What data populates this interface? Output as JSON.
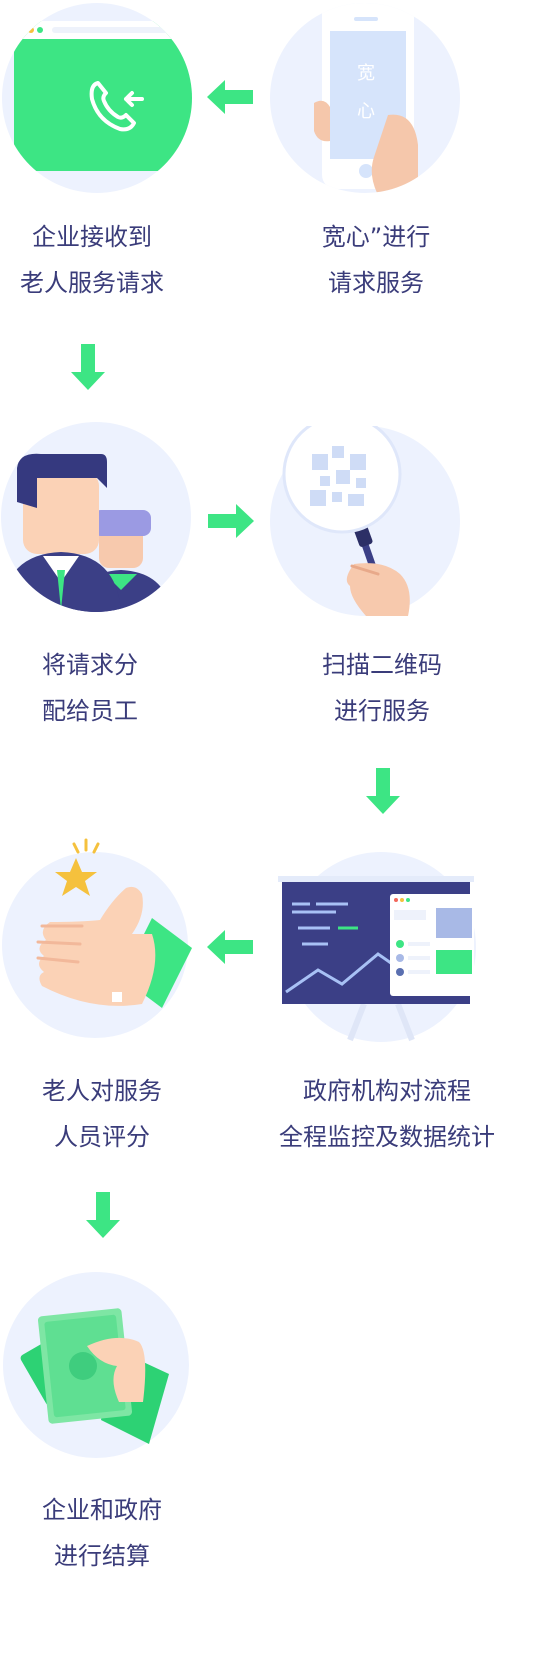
{
  "steps": [
    {
      "id": "request",
      "lines": [
        "宽心”进行",
        "请求服务"
      ],
      "phone_text": [
        "宽",
        "心"
      ]
    },
    {
      "id": "receive",
      "lines": [
        "企业接收到",
        "老人服务请求"
      ]
    },
    {
      "id": "assign",
      "lines": [
        "将请求分",
        "配给员工"
      ]
    },
    {
      "id": "scan",
      "lines": [
        "扫描二维码",
        "进行服务"
      ]
    },
    {
      "id": "monitor",
      "lines": [
        "政府机构对流程",
        "全程监控及数据统计"
      ]
    },
    {
      "id": "rate",
      "lines": [
        "老人对服务",
        "人员评分"
      ]
    },
    {
      "id": "settle",
      "lines": [
        "企业和政府",
        "进行结算"
      ]
    }
  ],
  "colors": {
    "accent": "#3de584",
    "circle_bg": "#edf2fe",
    "text": "#3a3c7a",
    "navy": "#3b3f86"
  },
  "icons": [
    "phone-icon",
    "browser-phone-call-icon",
    "staff-icon",
    "magnifier-qr-icon",
    "dashboard-chart-icon",
    "thumbs-up-icon",
    "money-hand-icon"
  ]
}
